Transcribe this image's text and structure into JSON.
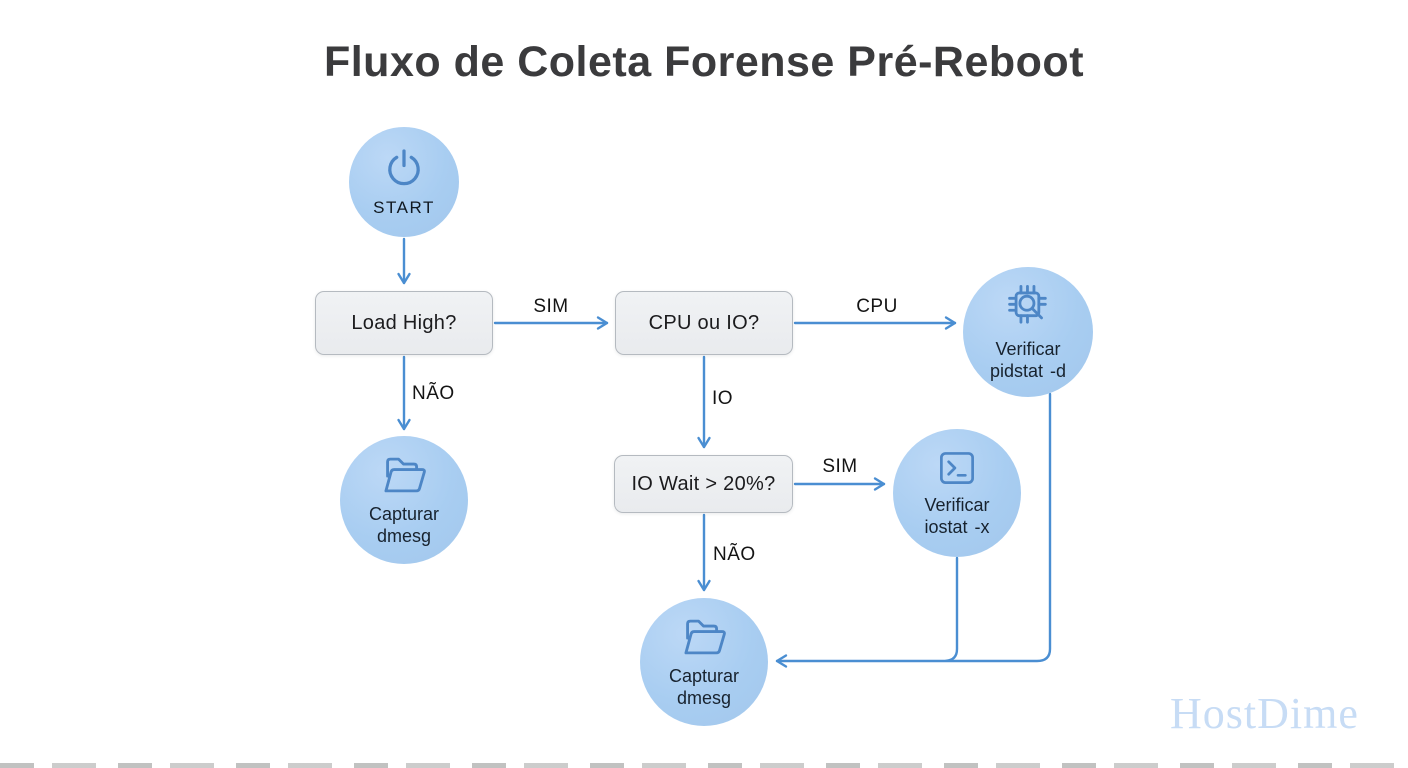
{
  "title": "Fluxo de Coleta Forense Pré-Reboot",
  "watermark": "HostDime",
  "nodes": {
    "start": {
      "label": "START",
      "icon": "power-icon"
    },
    "load_high": {
      "label": "Load High?"
    },
    "cpu_ou_io": {
      "label": "CPU ou IO?"
    },
    "verificar_pidstat": {
      "label": "Verificar pidstat -d",
      "icon": "chip-search-icon"
    },
    "capturar_dmesg_left": {
      "label": "Capturar dmesg",
      "icon": "folder-icon"
    },
    "io_wait": {
      "label": "IO Wait > 20%?"
    },
    "verificar_iostat": {
      "label": "Verificar iostat -x",
      "icon": "terminal-icon"
    },
    "capturar_dmesg_bottom": {
      "label": "Capturar dmesg",
      "icon": "folder-icon"
    }
  },
  "edge_labels": {
    "load_sim": "SIM",
    "load_nao": "NÃO",
    "cpu": "CPU",
    "io": "IO",
    "iowait_sim": "SIM",
    "iowait_nao": "NÃO"
  },
  "colors": {
    "circle_fill": "#a8cdf1",
    "icon_stroke": "#4d86c6",
    "box_fill": "#edeff2",
    "box_border": "#b5bac0",
    "arrow": "#4a8ed2",
    "title": "#3b3b3d",
    "watermark": "#c7dcf5"
  }
}
